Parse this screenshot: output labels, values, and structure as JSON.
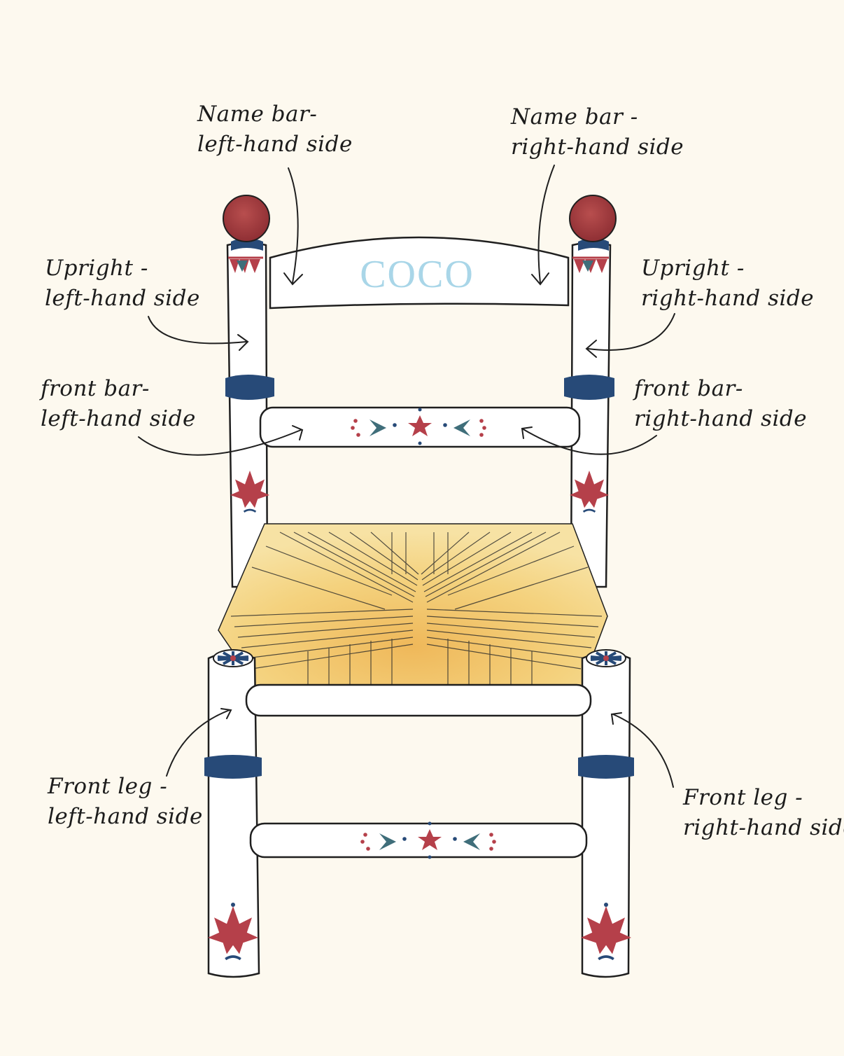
{
  "colors": {
    "background": "#fdf9ef",
    "paint_white": "#ffffff",
    "outline": "#1f1f1f",
    "navy": "#274a78",
    "red": "#b5404a",
    "knob_red": "#a33c3c",
    "teal": "#3f6e7a",
    "rush_yellow": "#f2cf72",
    "name_blue": "#a9d6e8"
  },
  "name_bar": {
    "text": "COCO"
  },
  "labels": {
    "name_bar_left": {
      "line1": "Name bar-",
      "line2": "left-hand side"
    },
    "name_bar_right": {
      "line1": "Name bar -",
      "line2": "right-hand side"
    },
    "upright_left": {
      "line1": "Upright -",
      "line2": "left-hand side"
    },
    "upright_right": {
      "line1": "Upright -",
      "line2": "right-hand side"
    },
    "front_bar_left": {
      "line1": "front bar-",
      "line2": "left-hand side"
    },
    "front_bar_right": {
      "line1": "front bar-",
      "line2": "right-hand side"
    },
    "front_leg_left": {
      "line1": "Front leg -",
      "line2": "left-hand side"
    },
    "front_leg_right": {
      "line1": "Front leg -",
      "line2": "right-hand side"
    }
  }
}
